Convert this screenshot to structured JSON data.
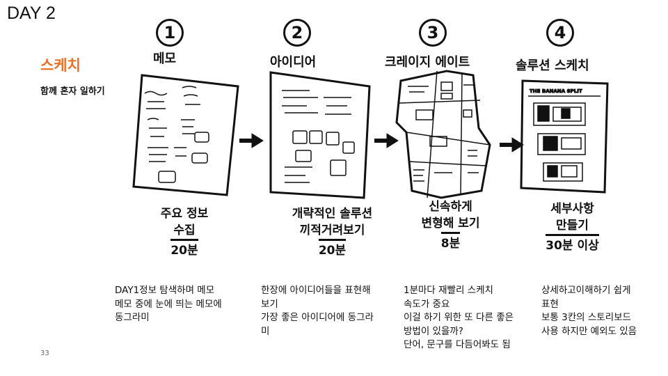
{
  "day": "DAY 2",
  "section_title": "스케치",
  "subtitle": "함께 혼자 일하기",
  "steps": [
    {
      "number": "1",
      "label": "메모",
      "hand_line1": "주요 정보",
      "hand_line2": "수집",
      "time": "20분",
      "desc_lines": [
        "DAY1정보 탐색하며 메모",
        "메모 중에 눈에 띄는 메모에",
        "동그라미"
      ]
    },
    {
      "number": "2",
      "label": "아이디어",
      "hand_line1": "개략적인 솔루션",
      "hand_line2": "끼적거려보기",
      "time": "20분",
      "desc_lines": [
        "한장에 아이디어들을 표현해",
        "보기",
        "가장 좋은 아이디어에 동그라",
        "미"
      ]
    },
    {
      "number": "3",
      "label": "크레이지 에이트",
      "hand_line1": "신속하게",
      "hand_line2": "변형해 보기",
      "time": "8분",
      "desc_lines": [
        "1분마다 재빨리 스케치",
        "속도가 중요",
        "이걸 하기 위한 또 다른 좋은",
        "방법이 있을까?",
        "단어, 문구를 다듬어봐도 됨"
      ]
    },
    {
      "number": "4",
      "label": "솔루션 스케치",
      "hand_line1": "세부사항",
      "hand_line2": "만들기",
      "time": "30분 이상",
      "desc_lines": [
        "상세하고이해하기 쉽게",
        "표현",
        "보통 3칸의 스토리보드",
        "사용 하지만 예외도 있음"
      ]
    }
  ],
  "sketch4_header": "THE BANANA SPLIT",
  "page_number": "33",
  "colors": {
    "accent": "#e8722a",
    "ink": "#111111"
  }
}
